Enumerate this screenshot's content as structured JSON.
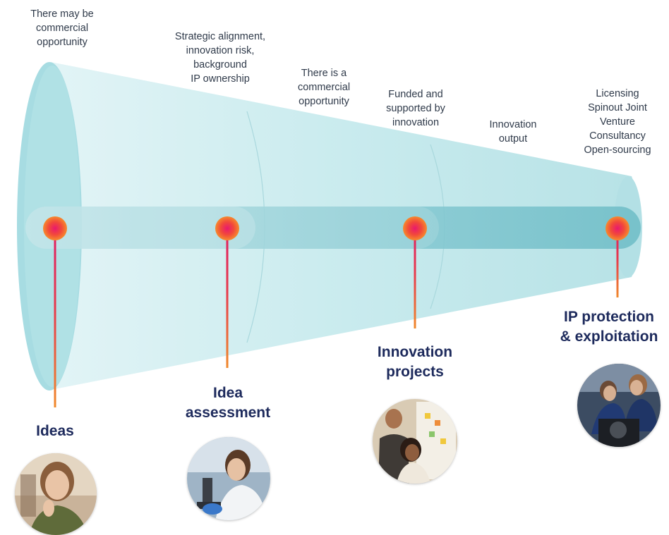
{
  "notes": {
    "commercial_may": "There may be\ncommercial\nopportunity",
    "strategic": "Strategic alignment,\ninnovation risk,\nbackground\nIP ownership",
    "commercial_is": "There is a\ncommercial\nopportunity",
    "funded": "Funded and\nsupported by\ninnovation",
    "output": "Innovation\noutput",
    "routes": "Licensing\nSpinout Joint\nVenture\nConsultancy\nOpen-sourcing"
  },
  "stages": [
    {
      "title": "Ideas"
    },
    {
      "title": "Idea\nassessment"
    },
    {
      "title": "Innovation\nprojects"
    },
    {
      "title": "IP protection\n& exploitation"
    }
  ],
  "colors": {
    "funnel": "#bfe6ea",
    "band": "#7ec6d0",
    "dot": "#f0522b",
    "line": "#f08a2c",
    "title": "#1d2a5c"
  },
  "photos": {
    "ideas": "photo-woman-thinking",
    "assessment": "photo-scientist-microscope",
    "projects": "photo-team-whiteboard",
    "protection": "photo-factory-workers"
  }
}
